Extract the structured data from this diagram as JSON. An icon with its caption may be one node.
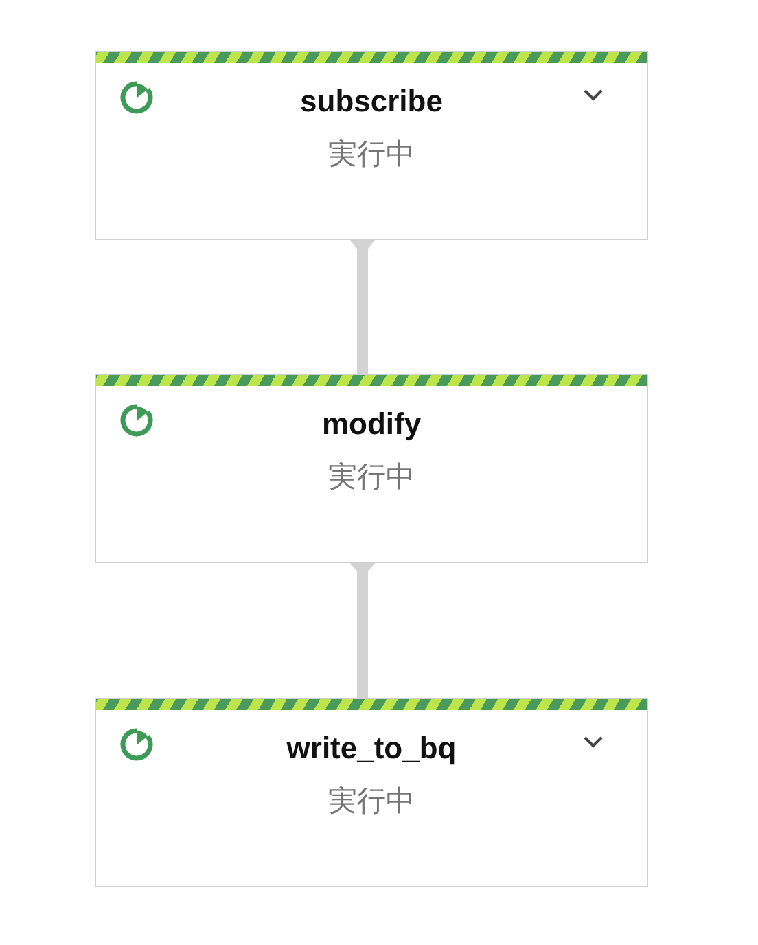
{
  "diagram": {
    "nodes": [
      {
        "text": [
          "subscribe",
          "実行中"
        ]
      },
      {
        "text": [
          "modify",
          "実行中"
        ]
      },
      {
        "text": [
          "write_to_bq",
          "実行中"
        ]
      }
    ],
    "edges": [
      {
        "from": 0,
        "to": 1,
        "arrow": "none"
      },
      {
        "from": 1,
        "to": 2,
        "arrow": "none"
      }
    ]
  }
}
